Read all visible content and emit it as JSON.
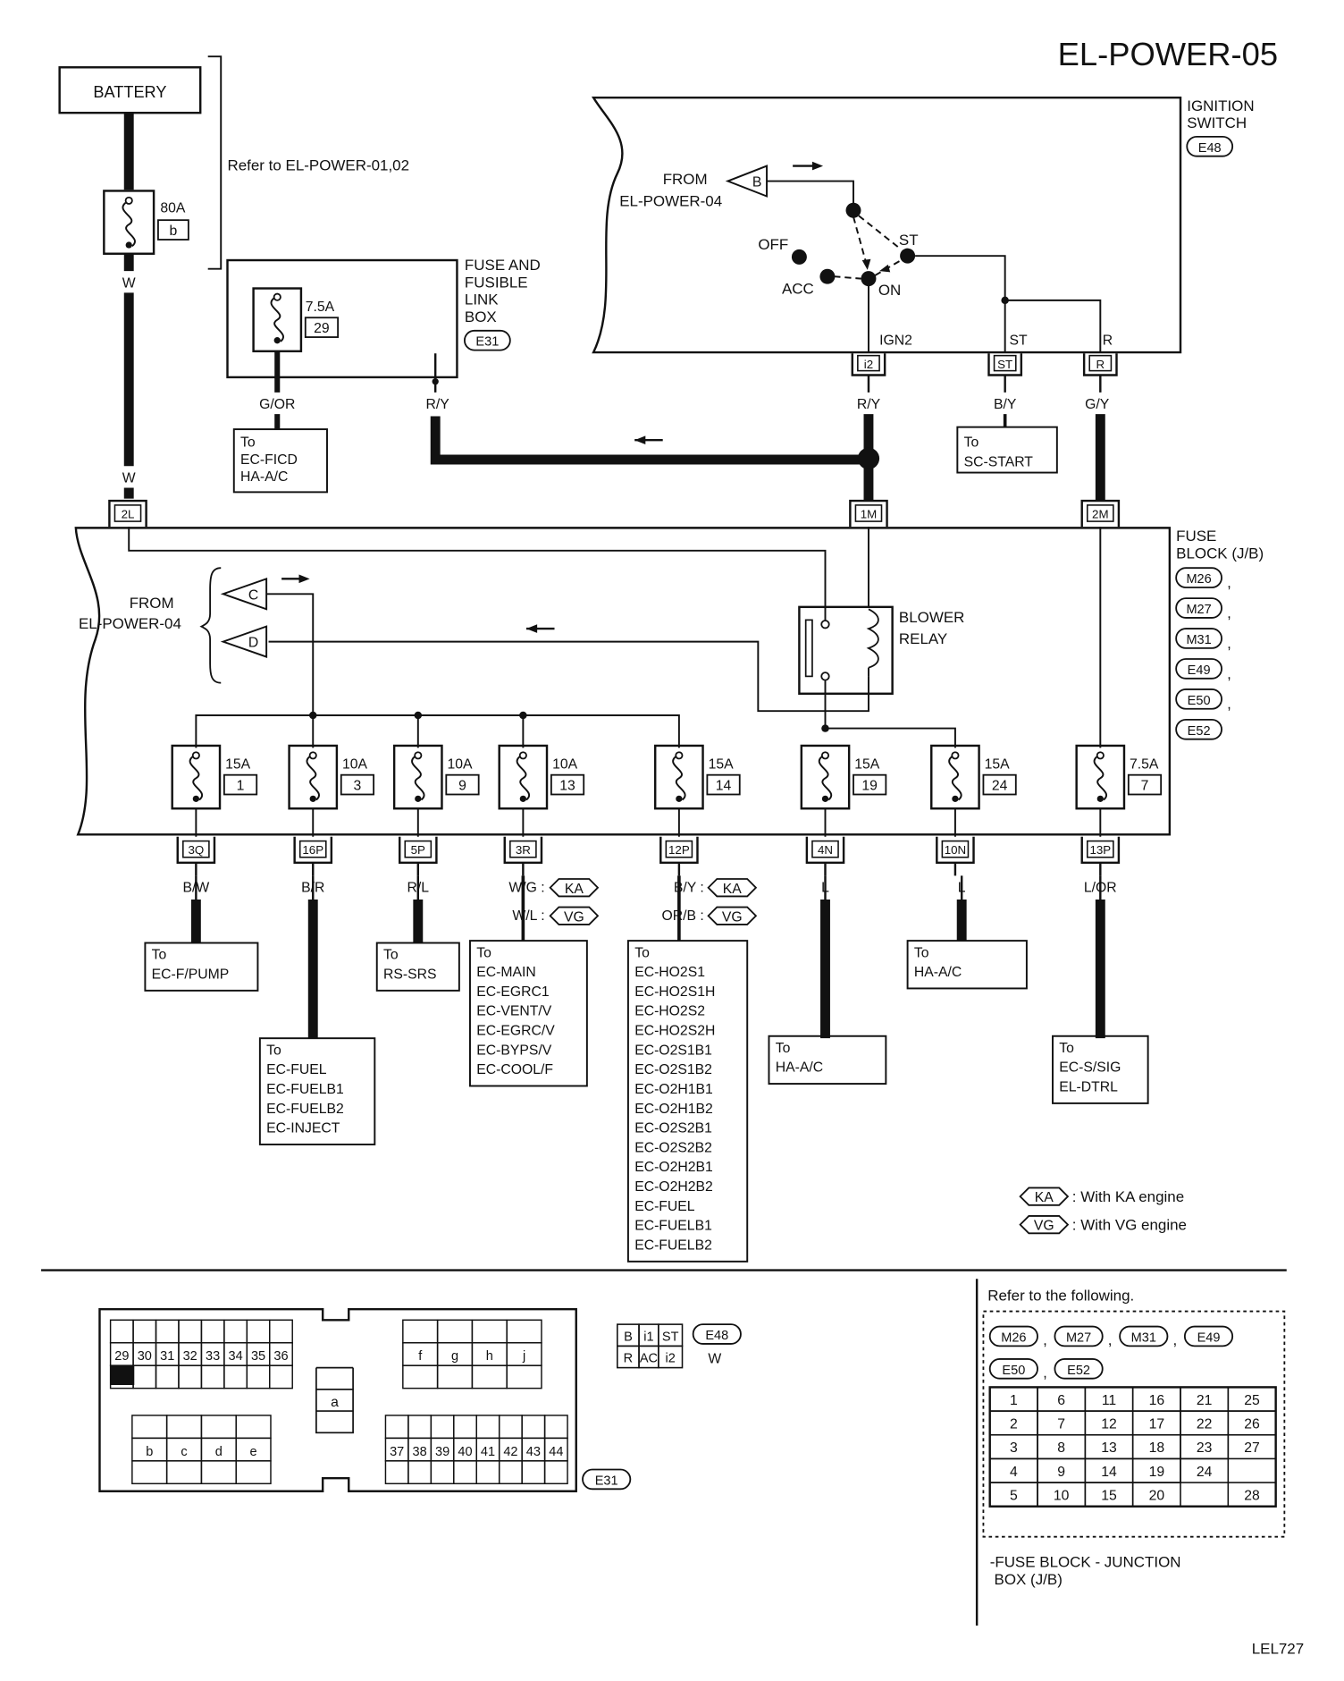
{
  "title": "EL-POWER-05",
  "footer_code": "LEL727",
  "battery": {
    "label": "BATTERY",
    "fuse_amp": "80A",
    "fuse_id": "b",
    "note": "Refer to EL-POWER-01,02"
  },
  "fuse_link_box": {
    "label1": "FUSE AND",
    "label2": "FUSIBLE",
    "label3": "LINK",
    "label4": "BOX",
    "connector": "E31",
    "fuse_amp": "7.5A",
    "fuse_no": "29"
  },
  "ignition": {
    "label1": "IGNITION",
    "label2": "SWITCH",
    "connector": "E48",
    "from1": "FROM",
    "from2": "EL-POWER-04",
    "from_tag": "B",
    "pos_off": "OFF",
    "pos_acc": "ACC",
    "pos_on": "ON",
    "pos_st": "ST",
    "term_ign2": "IGN2",
    "term_st": "ST",
    "term_r": "R",
    "pin_i2": "i2",
    "pin_st": "ST",
    "pin_r": "R"
  },
  "wires": {
    "w_top": "W",
    "w_bottom": "W",
    "g_or": "G/OR",
    "r_y_left": "R/Y",
    "r_y_right": "R/Y",
    "b_y": "B/Y",
    "g_y": "G/Y"
  },
  "destinations": {
    "ficd": [
      "To",
      "EC-FICD",
      "HA-A/C"
    ],
    "sc_start": [
      "To",
      "SC-START"
    ]
  },
  "fuse_block": {
    "label1": "FUSE",
    "label2": "BLOCK (J/B)",
    "connectors": [
      "M26",
      "M27",
      "M31",
      "E49",
      "E50",
      "E52"
    ],
    "in_pins": [
      "2L",
      "1M",
      "2M"
    ],
    "from1": "FROM",
    "from2": "EL-POWER-04",
    "from_c": "C",
    "from_d": "D",
    "relay1": "BLOWER",
    "relay2": "RELAY"
  },
  "fuses": [
    {
      "amp": "15A",
      "no": "1",
      "pin": "3Q",
      "wire": "B/W",
      "wire2": ""
    },
    {
      "amp": "10A",
      "no": "3",
      "pin": "16P",
      "wire": "B/R",
      "wire2": ""
    },
    {
      "amp": "10A",
      "no": "9",
      "pin": "5P",
      "wire": "R/L",
      "wire2": ""
    },
    {
      "amp": "10A",
      "no": "13",
      "pin": "3R",
      "wire": "W/G :",
      "wire2": "W/L :"
    },
    {
      "amp": "15A",
      "no": "14",
      "pin": "12P",
      "wire": "B/Y :",
      "wire2": "OR/B :"
    },
    {
      "amp": "15A",
      "no": "19",
      "pin": "4N",
      "wire": "L",
      "wire2": ""
    },
    {
      "amp": "15A",
      "no": "24",
      "pin": "10N",
      "wire": "L",
      "wire2": ""
    },
    {
      "amp": "7.5A",
      "no": "7",
      "pin": "13P",
      "wire": "L/OR",
      "wire2": ""
    }
  ],
  "engine_tags": {
    "ka": "KA",
    "vg": "VG"
  },
  "boxes": {
    "fpump": [
      "To",
      "EC-F/PUMP"
    ],
    "fuel": [
      "To",
      "EC-FUEL",
      "EC-FUELB1",
      "EC-FUELB2",
      "EC-INJECT"
    ],
    "rs_srs": [
      "To",
      "RS-SRS"
    ],
    "main": [
      "To",
      "EC-MAIN",
      "EC-EGRC1",
      "EC-VENT/V",
      "EC-EGRC/V",
      "EC-BYPS/V",
      "EC-COOL/F"
    ],
    "ho2s": [
      "To",
      "EC-HO2S1",
      "EC-HO2S1H",
      "EC-HO2S2",
      "EC-HO2S2H",
      "EC-O2S1B1",
      "EC-O2S1B2",
      "EC-O2H1B1",
      "EC-O2H1B2",
      "EC-O2S2B1",
      "EC-O2S2B2",
      "EC-O2H2B1",
      "EC-O2H2B2",
      "EC-FUEL",
      "EC-FUELB1",
      "EC-FUELB2"
    ],
    "ha_ac_19": [
      "To",
      "HA-A/C"
    ],
    "ha_ac_24": [
      "To",
      "HA-A/C"
    ],
    "s_sig": [
      "To",
      "EC-S/SIG",
      "EL-DTRL"
    ]
  },
  "legend": {
    "ka_text": ": With KA engine",
    "vg_text": ": With VG engine"
  },
  "e31_connector": {
    "top_left": [
      "29",
      "30",
      "31",
      "32",
      "33",
      "34",
      "35",
      "36"
    ],
    "top_right": [
      "f",
      "g",
      "h",
      "j"
    ],
    "middle": "a",
    "bottom_left": [
      "b",
      "c",
      "d",
      "e"
    ],
    "bottom_right": [
      "37",
      "38",
      "39",
      "40",
      "41",
      "42",
      "43",
      "44"
    ],
    "label": "E31"
  },
  "e48_connector": {
    "row1": [
      "B",
      "i1",
      "ST"
    ],
    "row2": [
      "R",
      "AC",
      "i2"
    ],
    "label": "E48",
    "color": "W"
  },
  "refer_panel": {
    "title": "Refer to the following.",
    "connectors": [
      "M26",
      "M27",
      "M31",
      "E49",
      "E50",
      "E52"
    ],
    "grid": [
      [
        "1",
        "6",
        "11",
        "16",
        "21",
        "25"
      ],
      [
        "2",
        "7",
        "12",
        "17",
        "22",
        "26"
      ],
      [
        "3",
        "8",
        "13",
        "18",
        "23",
        "27"
      ],
      [
        "4",
        "9",
        "14",
        "19",
        "24",
        ""
      ],
      [
        "5",
        "10",
        "15",
        "20",
        "",
        "28"
      ]
    ],
    "note1": "-FUSE BLOCK - JUNCTION",
    "note2": "BOX (J/B)"
  }
}
